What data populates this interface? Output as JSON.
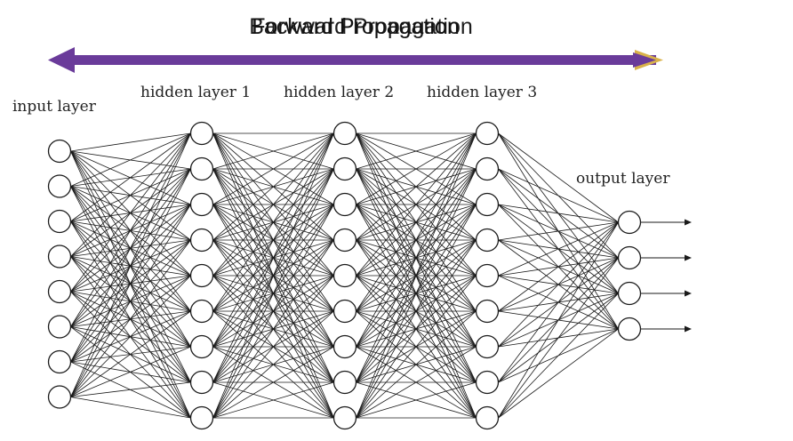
{
  "titles": {
    "forward": "Forward Propagation",
    "backward": "Backward Propagation"
  },
  "colors": {
    "arrow_purple": "#6a3b9a",
    "arrow_gold": "#d9b24a",
    "stroke": "#1a1a1a",
    "node_fill": "#ffffff"
  },
  "labels": {
    "input": "input layer",
    "hidden1": "hidden layer 1",
    "hidden2": "hidden layer 2",
    "hidden3": "hidden layer 3",
    "output": "output layer"
  },
  "layers": [
    {
      "name": "input",
      "neurons": 8
    },
    {
      "name": "hidden1",
      "neurons": 9
    },
    {
      "name": "hidden2",
      "neurons": 9
    },
    {
      "name": "hidden3",
      "neurons": 9
    },
    {
      "name": "output",
      "neurons": 4
    }
  ],
  "output_arrows": 4
}
